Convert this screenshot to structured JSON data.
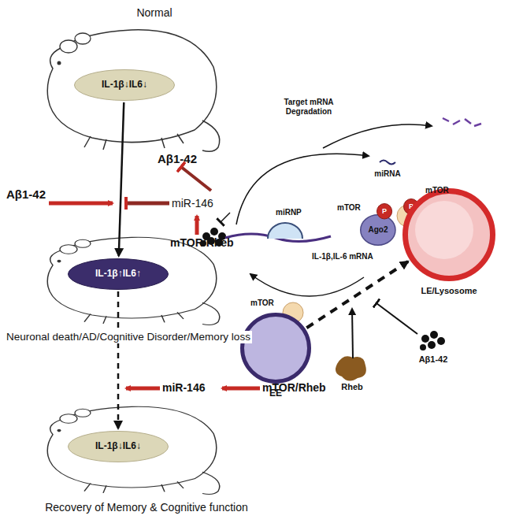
{
  "diagram": {
    "nodes": [
      {
        "text": [
          "IL-1β↓IL6↓"
        ]
      },
      {
        "text": [
          "IL-1β↑IL6↑"
        ]
      },
      {
        "text": [
          "IL-1β↓IL6↓"
        ]
      },
      {
        "text": [
          "Ago2"
        ]
      },
      {
        "text": [
          "P"
        ]
      },
      {
        "text": [
          "P"
        ]
      },
      {
        "text": [
          "LE/Lysosome"
        ]
      },
      {
        "text": [
          "EE"
        ]
      }
    ],
    "edges": [
      {
        "from": 0,
        "to": 1,
        "arrow": "to"
      },
      {
        "from": 1,
        "to": 2,
        "arrow": "to"
      },
      {
        "from": 7,
        "to": 6,
        "arrow": "to"
      }
    ],
    "labels": [
      "Normal",
      "Aβ1-42",
      "miR-146",
      "Aβ1-42",
      "mTOR/Rheb",
      "Neuronal death/AD/Cognitive Disorder/Memory loss",
      "miR-146",
      "mTOR/Rheb",
      "Recovery of Memory & Cognitive function",
      "Target mRNA Degradation",
      "miRNA",
      "mTOR",
      "mTOR",
      "miRNP",
      "IL-1β,IL-6 mRNA",
      "mTOR",
      "Rheb",
      "Aβ1-42"
    ]
  }
}
